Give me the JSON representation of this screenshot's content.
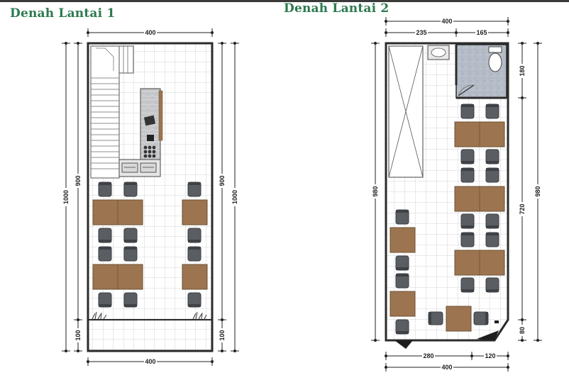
{
  "titles": {
    "floor1": "Denah Lantai 1",
    "floor2": "Denah Lantai 2"
  },
  "floor1": {
    "dims": {
      "top_width": "400",
      "bottom_width": "400",
      "left_total": "1000",
      "left_main": "900",
      "left_front": "100",
      "right_main": "900",
      "right_total": "1000",
      "right_front": "100"
    }
  },
  "floor2": {
    "dims": {
      "top_width": "400",
      "top_left": "235",
      "top_right": "165",
      "left_total": "980",
      "right_total": "980",
      "right_bath": "180",
      "right_main": "720",
      "right_front": "80",
      "bottom_left": "280",
      "bottom_right": "120",
      "bottom_width": "400"
    }
  },
  "colors": {
    "title": "#2d7a4f",
    "table": "#9c7550",
    "chair": "#5a5e63",
    "wall": "#2b2b2b",
    "bathroom_tile": "#b7bec9"
  }
}
